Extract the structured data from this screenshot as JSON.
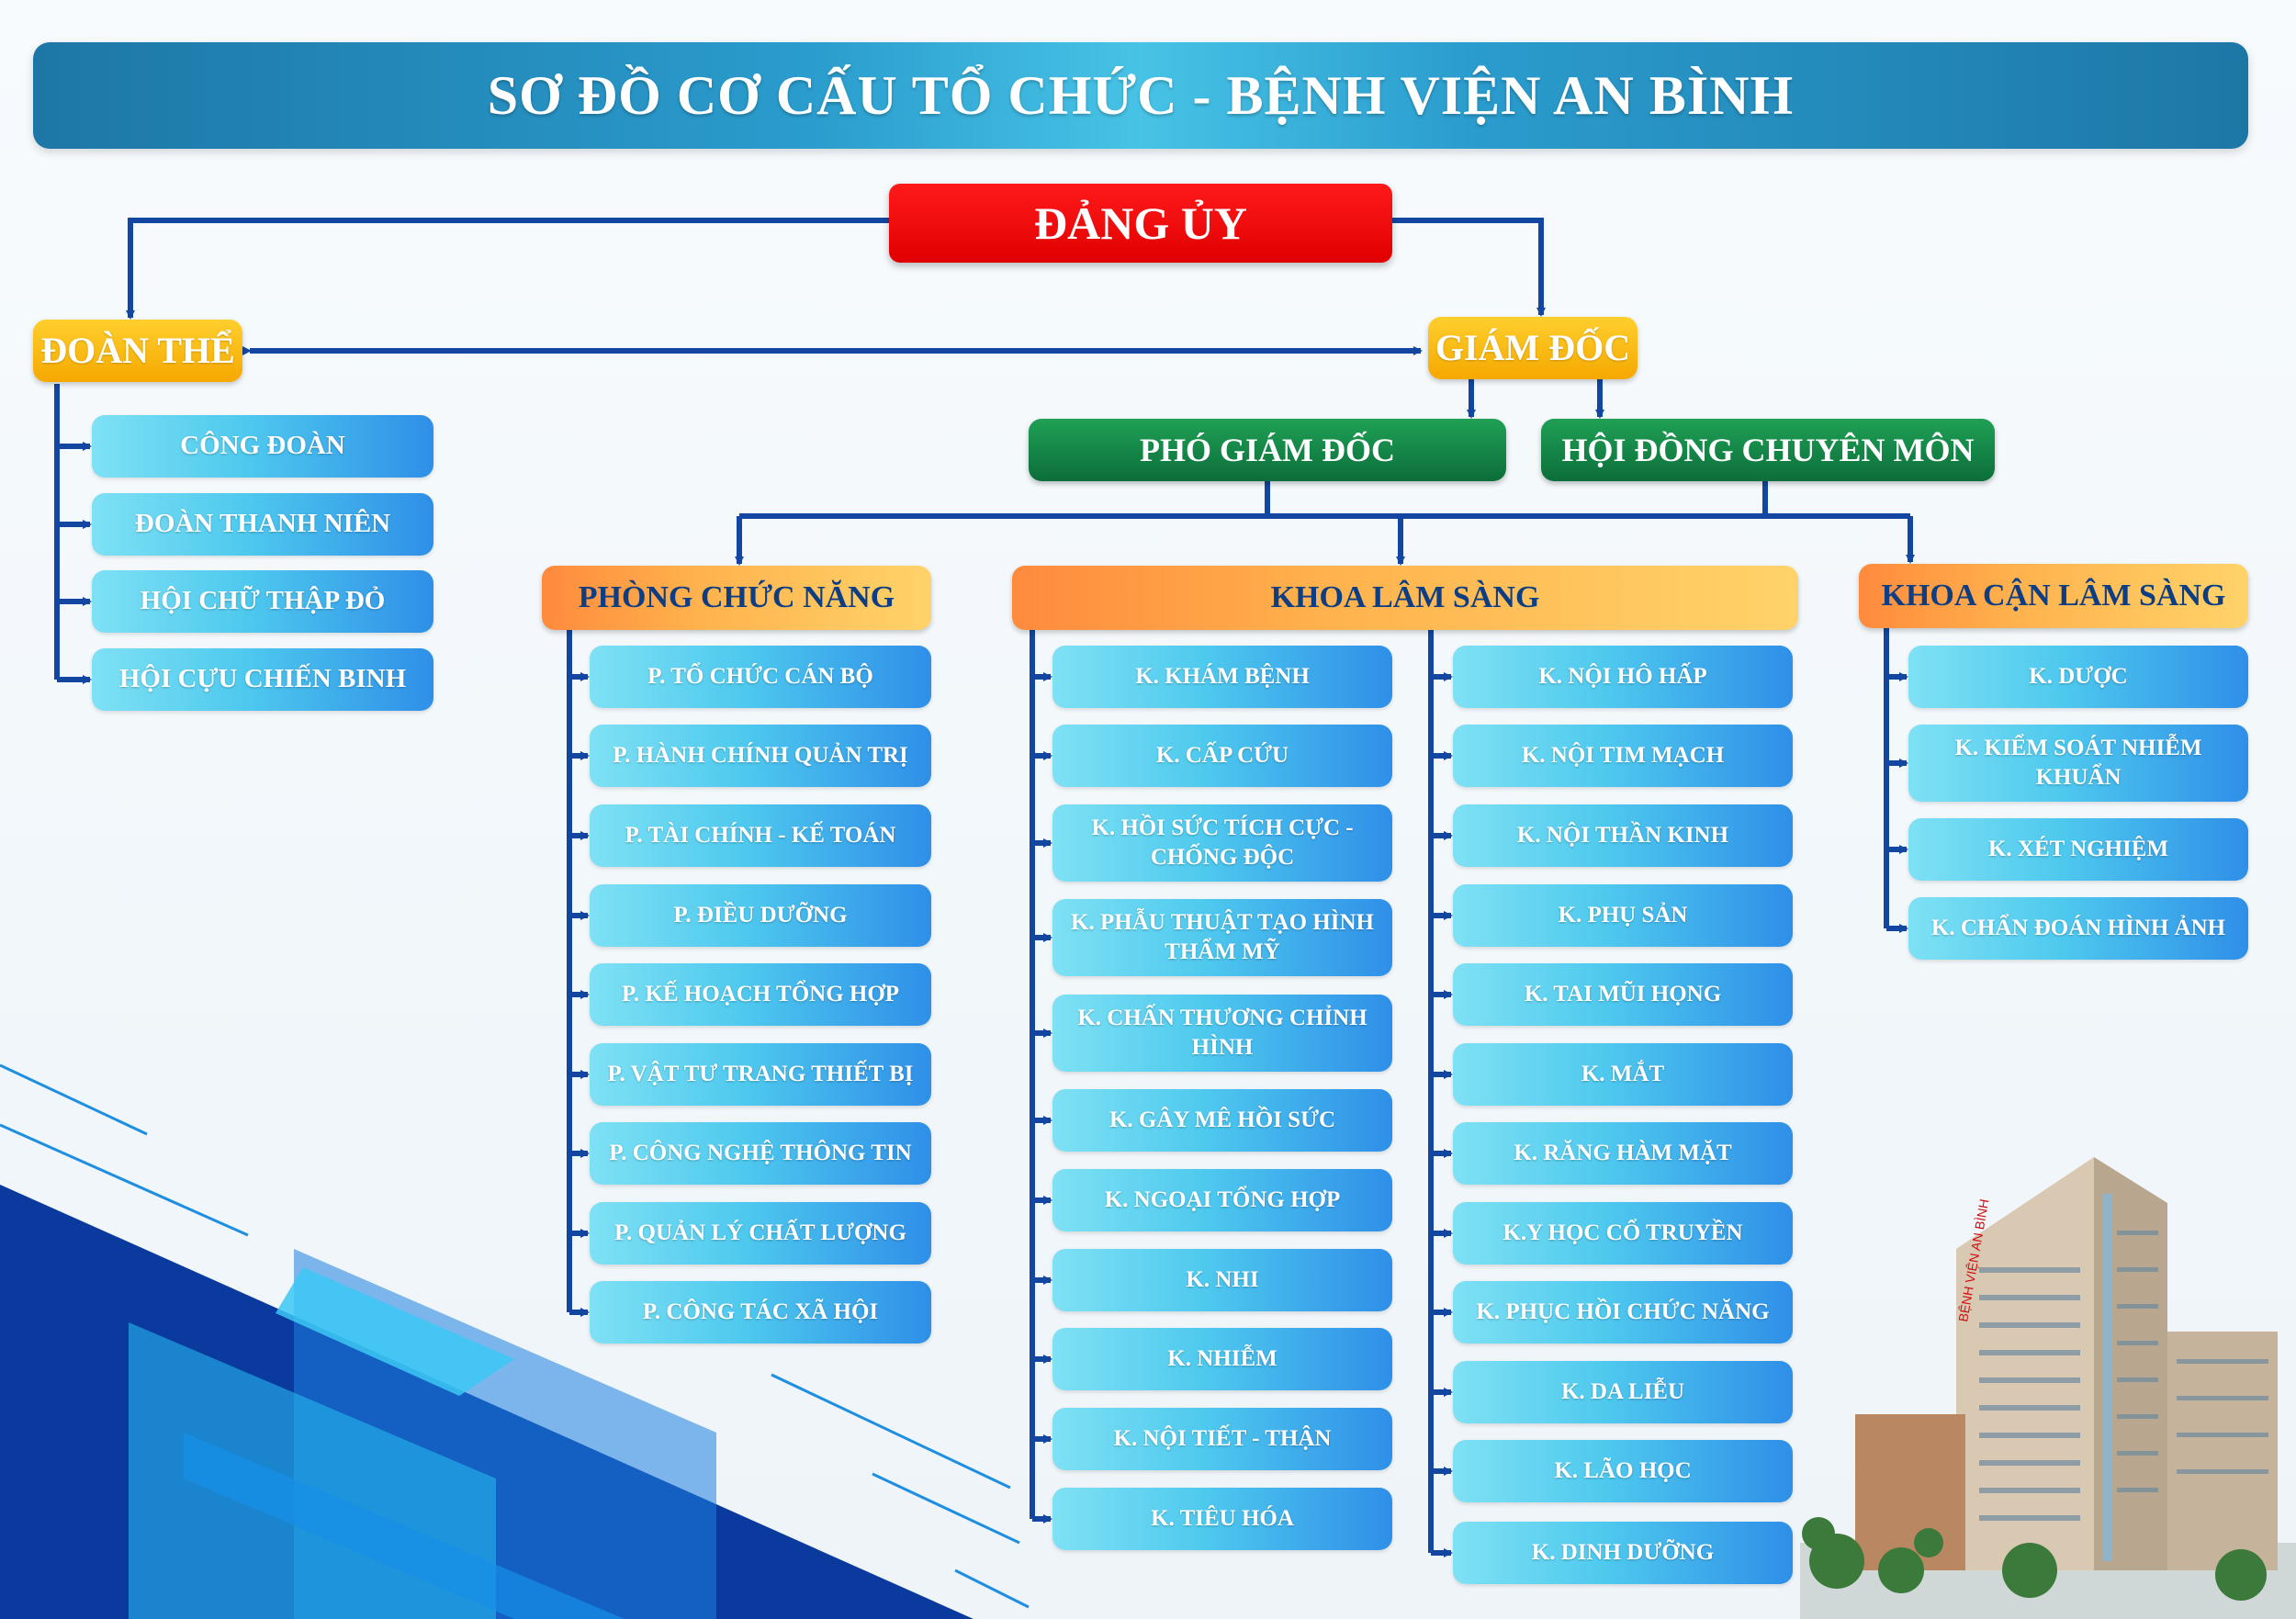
{
  "title": "SƠ ĐỒ CƠ CẤU TỔ CHỨC - BỆNH VIỆN AN BÌNH",
  "party": "ĐẢNG ỦY",
  "union_group": {
    "label": "ĐOÀN THỂ",
    "items": [
      "CÔNG ĐOÀN",
      "ĐOÀN THANH NIÊN",
      "HỘI CHỮ THẬP ĐỎ",
      "HỘI CỰU CHIẾN BINH"
    ]
  },
  "director": "GIÁM ĐỐC",
  "deputy_director": "PHÓ GIÁM ĐỐC",
  "council": "HỘI ĐỒNG CHUYÊN MÔN",
  "functional": {
    "label": "PHÒNG CHỨC NĂNG",
    "items": [
      "P. TỔ CHỨC CÁN BỘ",
      "P. HÀNH CHÍNH QUẢN TRỊ",
      "P. TÀI CHÍNH - KẾ TOÁN",
      "P. ĐIỀU DƯỠNG",
      "P. KẾ HOẠCH TỔNG HỢP",
      "P. VẬT TƯ TRANG THIẾT BỊ",
      "P. CÔNG NGHỆ THÔNG TIN",
      "P. QUẢN LÝ CHẤT LƯỢNG",
      "P. CÔNG TÁC XÃ HỘI"
    ]
  },
  "clinical": {
    "label": "KHOA LÂM SÀNG",
    "left": [
      "K. KHÁM BỆNH",
      "K. CẤP CỨU",
      "K. HỒI SỨC TÍCH CỰC - CHỐNG ĐỘC",
      "K. PHẪU THUẬT TẠO HÌNH THẨM MỸ",
      "K. CHẤN THƯƠNG CHỈNH HÌNH",
      "K. GÂY MÊ HỒI SỨC",
      "K. NGOẠI TỔNG HỢP",
      "K. NHI",
      "K. NHIỄM",
      "K. NỘI TIẾT - THẬN",
      "K. TIÊU HÓA"
    ],
    "right": [
      "K. NỘI HÔ HẤP",
      "K. NỘI TIM MẠCH",
      "K. NỘI THẦN KINH",
      "K. PHỤ SẢN",
      "K. TAI MŨI HỌNG",
      "K. MẮT",
      "K. RĂNG HÀM MẶT",
      "K.Y HỌC CỔ TRUYỀN",
      "K. PHỤC HỒI CHỨC NĂNG",
      "K. DA LIỄU",
      "K. LÃO HỌC",
      "K. DINH DƯỠNG"
    ]
  },
  "paraclinical": {
    "label": "KHOA CẬN LÂM SÀNG",
    "items": [
      "K. DƯỢC",
      "K. KIỂM SOÁT NHIỄM KHUẨN",
      "K. XÉT NGHIỆM",
      "K. CHẨN ĐOÁN HÌNH ẢNH"
    ]
  },
  "colors": {
    "connector": "#1246a0",
    "banner": "#2a9ccd",
    "party": "#ff0000",
    "gold": "#f7b500",
    "green": "#168a46",
    "orange": "#ff9a40",
    "cyan": "#4ec9ee"
  }
}
